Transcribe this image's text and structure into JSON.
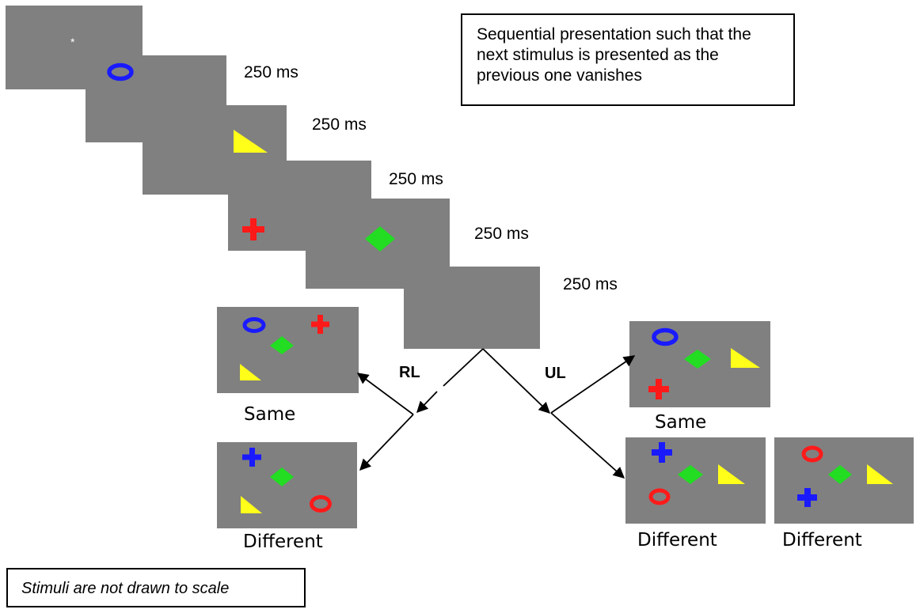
{
  "note_top": "Sequential presentation such that the next stimulus is presented as the previous one vanishes",
  "note_bottom": "Stimuli are not drawn to scale",
  "fixation": "*",
  "durations": [
    "250 ms",
    "250 ms",
    "250 ms",
    "250 ms",
    "250 ms"
  ],
  "branches": {
    "left": "RL",
    "right": "UL"
  },
  "captions": {
    "rl_same": "Same",
    "rl_different": "Different",
    "ul_same": "Same",
    "ul_different_1": "Different",
    "ul_different_2": "Different"
  },
  "colors": {
    "screen": "#808080",
    "blue": "#1a1aff",
    "red": "#ff1a1a",
    "green": "#22dd22",
    "yellow": "#ffff1a"
  }
}
